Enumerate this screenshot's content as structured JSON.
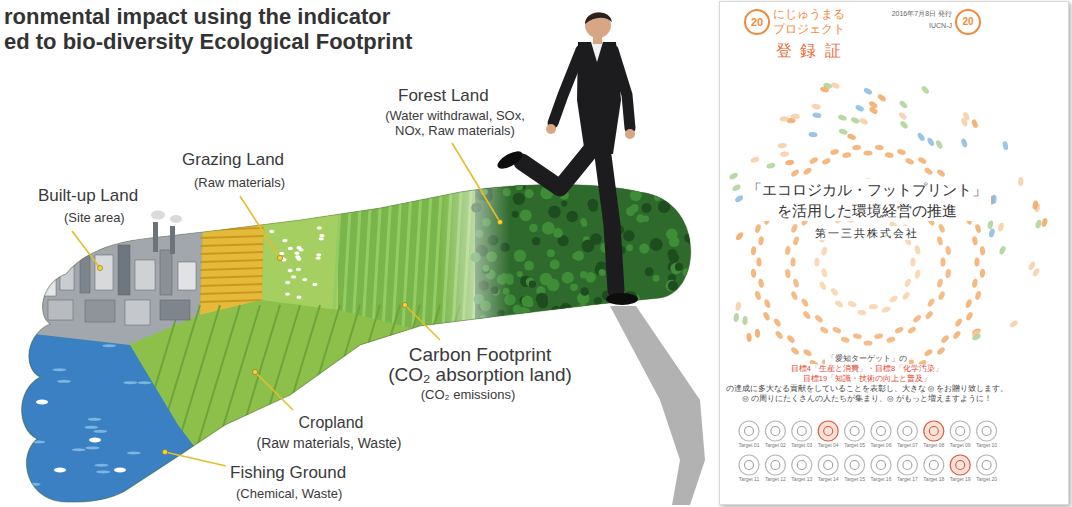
{
  "diagram": {
    "title": "ronmental impact using the indicator ed to bio-diversity Ecological Footprint",
    "nodes": [
      {
        "text": [
          "20",
          "にじゅうまる プロジェクト",
          "2016年7月8日 発行",
          "IUCN-J",
          "20",
          "登 録 証",
          "「エコロジカル・フットプリント」を活用した環境経営の推進",
          "第一三共株式会社",
          "「愛知ターゲット」の",
          "目標4「生産と消費」・目標8「化学汚染」",
          "目標19「知識・技術の向上と普及」",
          "の達成に多大なる貢献をしていることを表彰し、大きな ◎ をお贈り致します。",
          "◎ の周りにたくさんの人たちが集まり、◎ がもっと増えますように！"
        ]
      }
    ],
    "labels": [
      "Built-up Land",
      "(Site area)",
      "Grazing Land",
      "(Raw materials)",
      "Forest Land",
      "(Water withdrawal, SOx, NOx, Raw materials)",
      "Carbon Footprint (CO₂ absorption land)",
      "(CO₂ emissions)",
      "Cropland",
      "(Raw materials, Waste)",
      "Fishing Ground",
      "(Chemical, Waste)",
      "Target 01",
      "Target 02",
      "Target 03",
      "Target 04",
      "Target 05",
      "Target 06",
      "Target 07",
      "Target 08",
      "Target 09",
      "Target 10",
      "Target 11",
      "Target 12",
      "Target 13",
      "Target 14",
      "Target 15",
      "Target 16",
      "Target 17",
      "Target 18",
      "Target 19",
      "Target 20"
    ]
  }
}
